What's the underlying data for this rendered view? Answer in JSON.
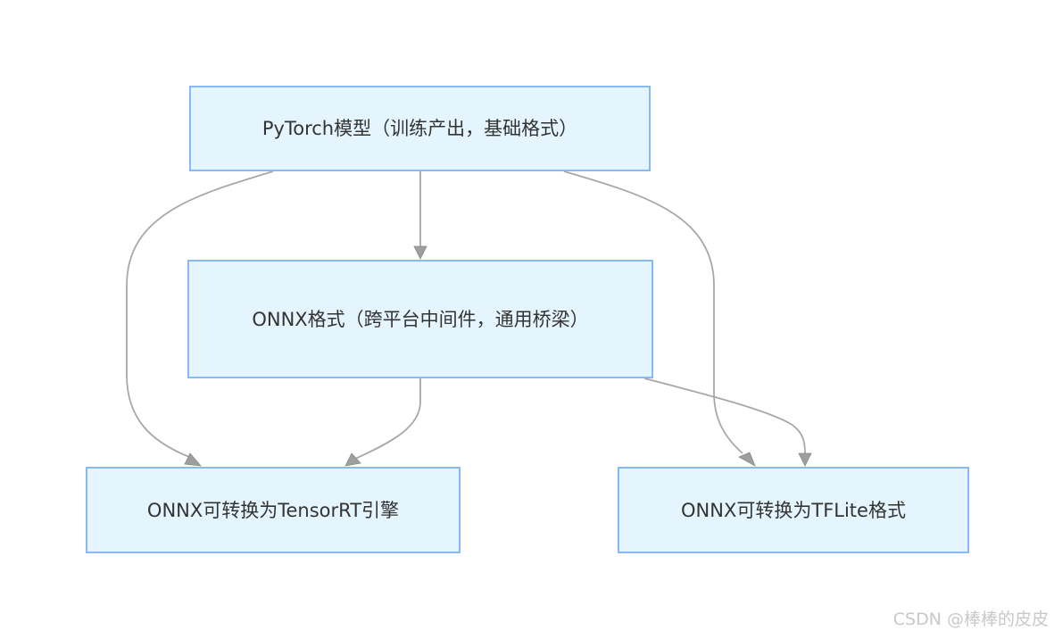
{
  "diagram": {
    "nodes": {
      "pytorch": "PyTorch模型（训练产出，基础格式）",
      "onnx": "ONNX格式（跨平台中间件，通用桥梁）",
      "tensorrt": "ONNX可转换为TensorRT引擎",
      "tflite": "ONNX可转换为TFLite格式"
    },
    "edges": [
      {
        "from": "pytorch",
        "to": "onnx"
      },
      {
        "from": "pytorch",
        "to": "tensorrt"
      },
      {
        "from": "pytorch",
        "to": "tflite"
      },
      {
        "from": "onnx",
        "to": "tensorrt"
      },
      {
        "from": "onnx",
        "to": "tflite"
      }
    ],
    "colors": {
      "node_fill": "#e5f5fe",
      "node_border": "#87b9f5",
      "edge": "#a8a8a8",
      "text": "#333333"
    }
  },
  "watermark": "CSDN @棒棒的皮皮"
}
